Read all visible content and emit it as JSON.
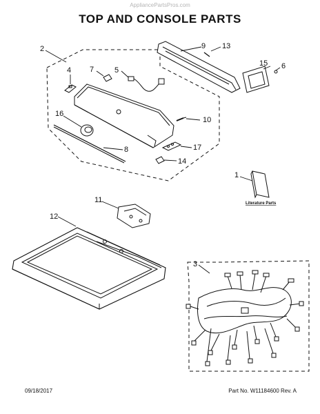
{
  "header": {
    "watermark": "AppliancePartsPros.com",
    "title": "TOP AND CONSOLE PARTS"
  },
  "callouts": {
    "c1": "1",
    "c2": "2",
    "c3": "3",
    "c4": "4",
    "c5": "5",
    "c6": "6",
    "c7": "7",
    "c8": "8",
    "c9": "9",
    "c10": "10",
    "c11": "11",
    "c12": "12",
    "c13": "13",
    "c14": "14",
    "c15": "15",
    "c16": "16",
    "c17": "17"
  },
  "literature_label": "Literature Parts",
  "footer": {
    "date": "09/18/2017",
    "part_info": "Part No.  W11184600  Rev.  A"
  }
}
